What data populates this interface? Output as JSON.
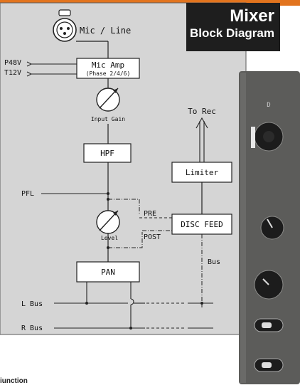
{
  "title": {
    "line1": "Mixer",
    "line2": "Block Diagram"
  },
  "input": {
    "label": "Mic / Line"
  },
  "power": {
    "p48": "P48V",
    "t12": "T12V"
  },
  "mic_amp": {
    "line1": "Mic Amp",
    "line2": "(Phase 2/4/6)"
  },
  "input_gain": "Input Gain",
  "hpf": "HPF",
  "pfl": "PFL",
  "level": "Level",
  "pre": "PRE",
  "post": "POST",
  "disc_feed": "DISC FEED",
  "limiter": "Limiter",
  "to_rec": "To Rec",
  "bus": "Bus",
  "pan": "PAN",
  "l_bus": "L Bus",
  "r_bus": "R Bus",
  "caption": "iunction",
  "colors": {
    "panel": "#d5d5d5",
    "device": "#5c5c5a",
    "accent": "#e2741e",
    "dark": "#1e1e1e"
  }
}
